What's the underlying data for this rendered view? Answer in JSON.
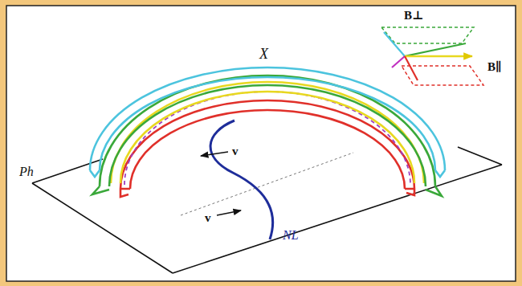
{
  "diagram": {
    "labels": [
      "X",
      "Ph",
      "NL",
      "v",
      "v",
      "B⊥",
      "B∥"
    ]
  }
}
